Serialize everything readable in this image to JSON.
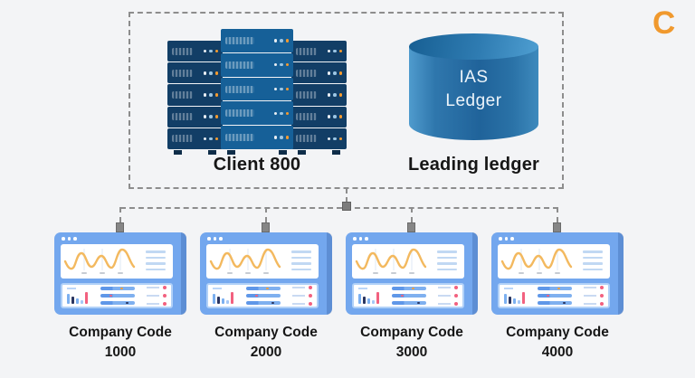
{
  "logo": {
    "letter": "C",
    "color": "#f0992e"
  },
  "cluster": {
    "client_label": "Client 800",
    "ledger_cylinder": {
      "line1": "IAS",
      "line2": "Ledger"
    },
    "ledger_label": "Leading ledger"
  },
  "monitors": [
    {
      "title": "Company Code",
      "code": "1000"
    },
    {
      "title": "Company Code",
      "code": "2000"
    },
    {
      "title": "Company Code",
      "code": "3000"
    },
    {
      "title": "Company Code",
      "code": "4000"
    }
  ],
  "colors": {
    "background": "#f3f4f6",
    "dashed_line": "#8d8d8d",
    "connector_gray": "#7c7c7c",
    "server_dark_navy": "#123e66",
    "server_center_blue": "#166098",
    "server_dot_orange": "#f79b2d",
    "cylinder_blue": "#20639a",
    "monitor_frame_blue": "#73a7ee",
    "wave_orange": "#f3b95f",
    "bar_navy": "#2a3560",
    "accent_pink": "#f2617f",
    "label_text": "#161616"
  }
}
